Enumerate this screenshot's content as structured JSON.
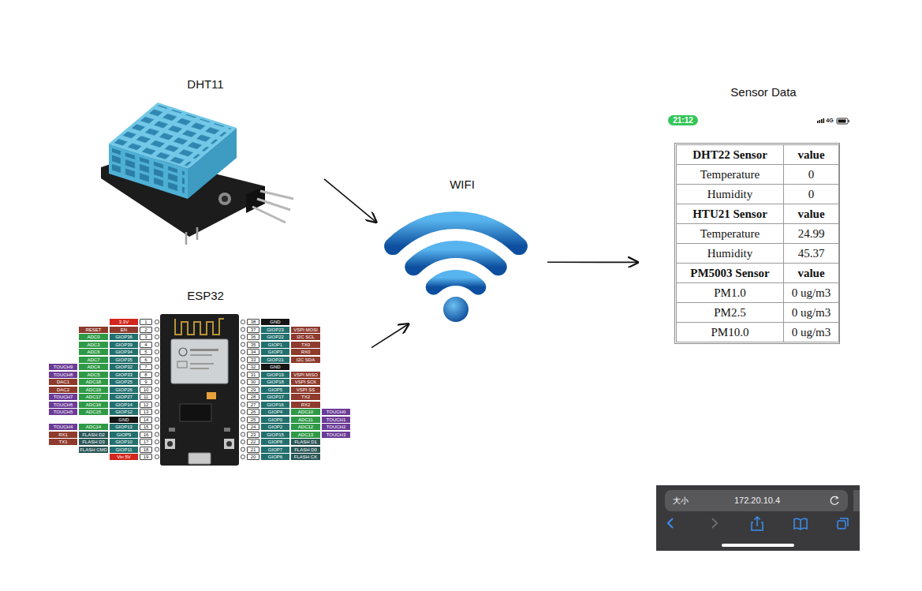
{
  "diagram": {
    "nodes": [
      {
        "text": [
          "DHT11"
        ]
      },
      {
        "text": [
          "ESP32"
        ]
      },
      {
        "text": [
          "WIFI"
        ]
      },
      {
        "text": [
          "Sensor Data"
        ]
      }
    ],
    "edges": [
      {
        "from": 0,
        "to": 2,
        "arrow": "to"
      },
      {
        "from": 1,
        "to": 2,
        "arrow": "to"
      },
      {
        "from": 2,
        "to": 3,
        "arrow": "to"
      }
    ],
    "labels": [
      "3.3V",
      "1",
      "RESET",
      "EN",
      "2",
      "ADC0",
      "GIOP36",
      "3",
      "ADC3",
      "GIOP39",
      "4",
      "ADC6",
      "GIOP34",
      "5",
      "ADC7",
      "GIOP35",
      "6",
      "TOUCH9",
      "ADC4",
      "GIOP32",
      "7",
      "TOUCH8",
      "ADC5",
      "GIOP33",
      "8",
      "DAC1",
      "ADC18",
      "GIOP25",
      "9",
      "DAC2",
      "ADC19",
      "GIOP26",
      "10",
      "TOUCH7",
      "ADC17",
      "GIOP27",
      "11",
      "TOUCH6",
      "ADC16",
      "GIOP14",
      "12",
      "TOUCH5",
      "ADC15",
      "GIOP12",
      "13",
      "GND",
      "14",
      "TOUCH4",
      "ADC14",
      "GIOP13",
      "15",
      "RX1",
      "FLASH D2",
      "GIOP9",
      "16",
      "TX1",
      "FLASH D3",
      "GIOP10",
      "17",
      "FLASH CMD",
      "GIOP11",
      "18",
      "Vin 5V",
      "19",
      "38",
      "GND",
      "37",
      "GIOP23",
      "VSPI MOSI",
      "36",
      "GIOP22",
      "I2C SCL",
      "35",
      "GIOP1",
      "TX0",
      "34",
      "GIOP3",
      "RX0",
      "33",
      "GIOP21",
      "I2C SDA",
      "32",
      "GND",
      "31",
      "GIOP19",
      "VSPI MISO",
      "30",
      "GIOP18",
      "VSPI SCK",
      "29",
      "GIOP5",
      "VSPI SS",
      "28",
      "GIOP17",
      "TX2",
      "27",
      "GIOP16",
      "RX2",
      "26",
      "GIOP4",
      "ADC10",
      "TOUCH0",
      "25",
      "GIOP0",
      "ADC11",
      "TOUCH1",
      "24",
      "GIOP2",
      "ADC12",
      "TOUCH2",
      "23",
      "GIOP15",
      "ADC13",
      "TOUCH3",
      "22",
      "GIOP8",
      "FLASH D1",
      "21",
      "GIOP7",
      "FLASH D0",
      "20",
      "GIOP6",
      "FLASH CK",
      "21:12",
      "4G",
      "DHT22 Sensor",
      "value",
      "Temperature",
      "0",
      "Humidity",
      "0",
      "HTU21 Sensor",
      "value",
      "Temperature",
      "24.99",
      "Humidity",
      "45.37",
      "PM5003 Sensor",
      "value",
      "PM1.0",
      "0 ug/m3",
      "PM2.5",
      "0 ug/m3",
      "PM10.0",
      "0 ug/m3",
      "大小",
      "172.20.10.4"
    ]
  }
}
